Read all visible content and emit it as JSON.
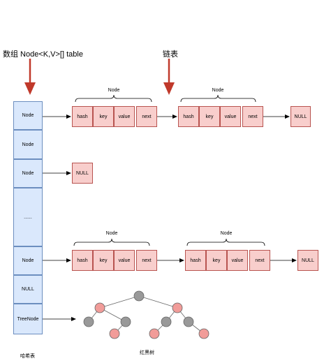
{
  "titles": {
    "array_label": "数组 Node<K,V>[]  table",
    "list_label": "链表",
    "hash_table": "哈希表",
    "rb_tree": "红黑树"
  },
  "table": [
    "Node",
    "Node",
    "Node",
    "......",
    "Node",
    "NULL",
    "TreeNode"
  ],
  "node": {
    "brace_label": "Node",
    "fields": [
      "hash",
      "key",
      "value",
      "next"
    ]
  },
  "null_label": "NULL",
  "colors": {
    "arrow_red": "#c0392b",
    "table_fill": "#dae8fc",
    "table_border": "#6c8ebf",
    "node_fill": "#f8cecc",
    "node_border": "#b85450",
    "tree_black": "#999999",
    "tree_red": "#f19c99"
  }
}
